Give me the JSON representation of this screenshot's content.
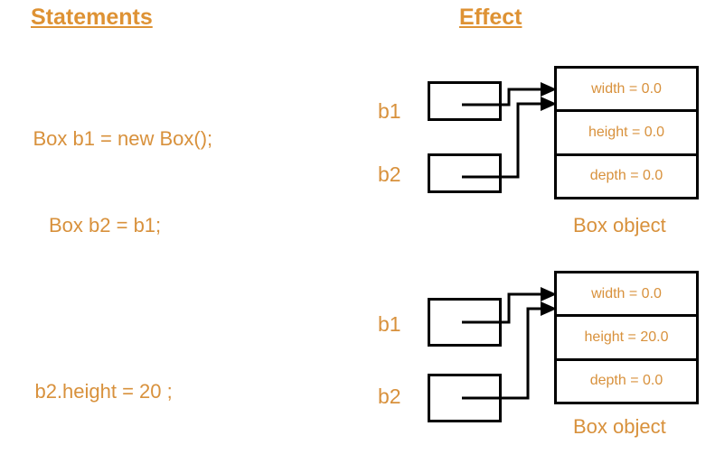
{
  "headers": {
    "statements": "Statements",
    "effect": "Effect"
  },
  "colors": {
    "accent_orange": "#d8913c",
    "title_orange": "#de9234",
    "stroke_black": "#000000",
    "background": "#ffffff"
  },
  "rows": [
    {
      "statement_lines": [
        "Box b1 = new Box();",
        "Box b2 = b1;"
      ],
      "refs": [
        {
          "label": "b1"
        },
        {
          "label": "b2"
        }
      ],
      "object": {
        "caption": "Box object",
        "fields": [
          "width = 0.0",
          "height = 0.0",
          "depth = 0.0"
        ]
      }
    },
    {
      "statement_lines": [
        "b2.height = 20 ;"
      ],
      "refs": [
        {
          "label": "b1"
        },
        {
          "label": "b2"
        }
      ],
      "object": {
        "caption": "Box object",
        "fields": [
          "width = 0.0",
          "height = 20.0",
          "depth = 0.0"
        ]
      }
    }
  ]
}
